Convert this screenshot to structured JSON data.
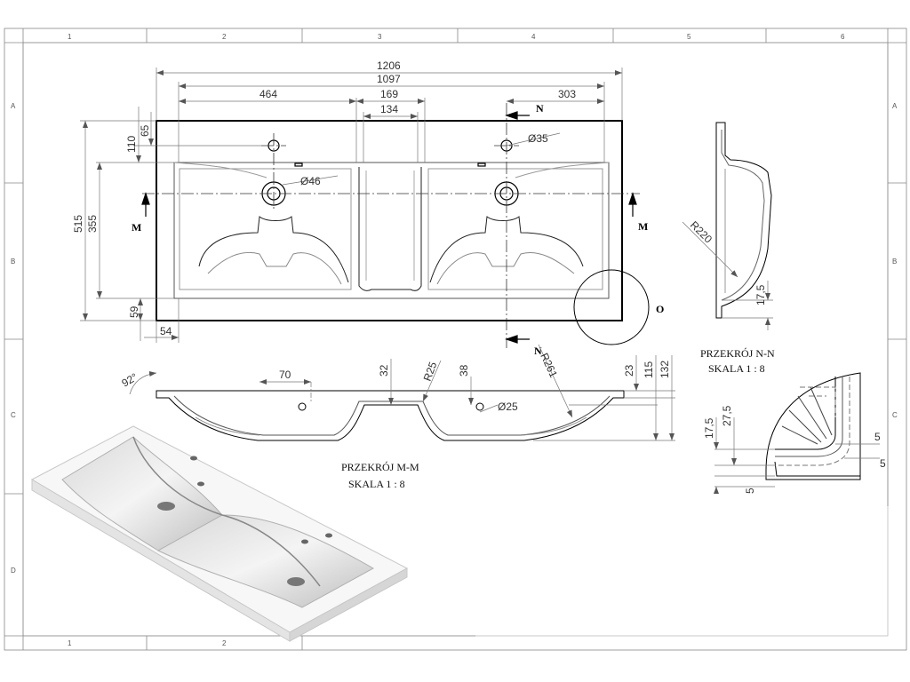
{
  "grid": {
    "columns_top": [
      "1",
      "2",
      "3",
      "4",
      "5",
      "6"
    ],
    "columns_bottom": [
      "1",
      "2"
    ],
    "rows_left": [
      "A",
      "B",
      "C",
      "D"
    ],
    "rows_right": [
      "A",
      "B",
      "C"
    ]
  },
  "plan_view": {
    "dims": {
      "d1206": "1206",
      "d1097": "1097",
      "d464": "464",
      "d169": "169",
      "d134": "134",
      "d303": "303",
      "d110": "110",
      "d65": "65",
      "d515": "515",
      "d355": "355",
      "d59": "59",
      "d54": "54",
      "dia35": "Ø35",
      "dia46": "Ø46"
    },
    "section_marks": {
      "m_left": "M",
      "m_right": "M",
      "n_top": "N",
      "n_bottom": "N"
    },
    "detail_label": "O"
  },
  "section_mm": {
    "dims": {
      "a92": "92°",
      "d70": "70",
      "d32": "32",
      "r25": "R25",
      "d38": "38",
      "r261": "R261",
      "d23": "23",
      "d115": "115",
      "d132": "132",
      "dia25": "Ø25"
    },
    "title": "PRZEKRÓJ M-M",
    "scale": "SKALA 1 : 8"
  },
  "section_nn": {
    "dims": {
      "r220": "R220",
      "d17_5": "17,5"
    },
    "title": "PRZEKRÓJ N-N",
    "scale": "SKALA 1 : 8"
  },
  "detail_o": {
    "dims": {
      "d17_5": "17,5",
      "d27_5": "27,5",
      "d5a": "5",
      "d5b": "5",
      "d5c": "5"
    }
  }
}
